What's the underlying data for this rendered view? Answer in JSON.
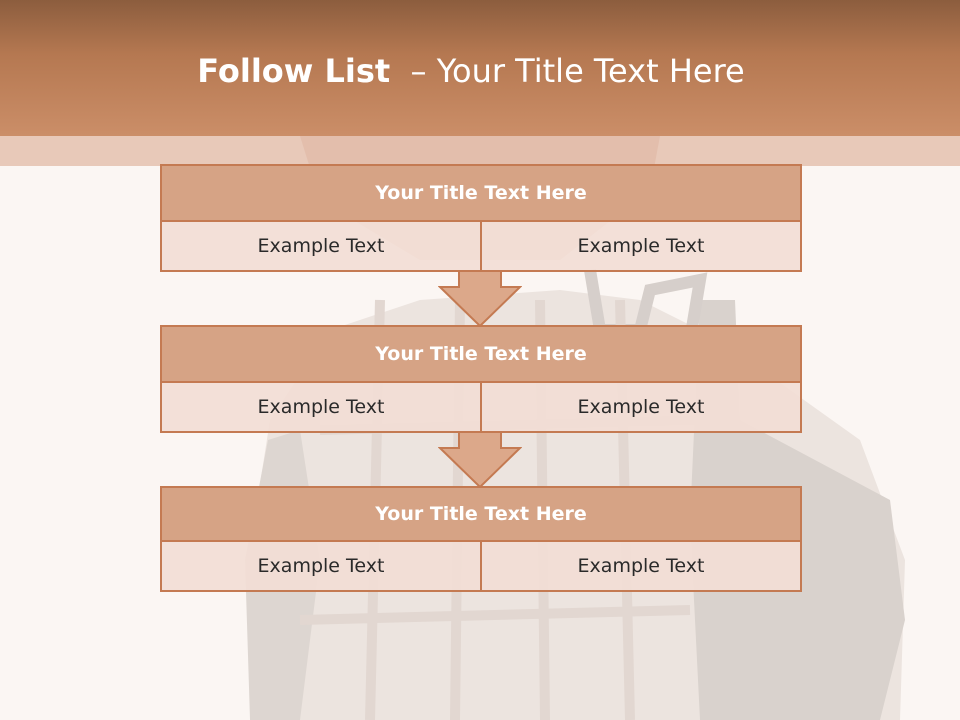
{
  "slide": {
    "title_bold": "Follow List",
    "title_rest": "  – Your Title Text Here"
  },
  "colors": {
    "header": "#b57851",
    "block_title_fill": "#d6a385",
    "block_border": "#c47a52",
    "cell_fill": "#f2ded5",
    "arrow_fill": "#dca88a"
  },
  "blocks": [
    {
      "title": "Your Title Text Here",
      "left_text": "Example Text",
      "right_text": "Example Text"
    },
    {
      "title": "Your Title Text Here",
      "left_text": "Example Text",
      "right_text": "Example Text"
    },
    {
      "title": "Your Title Text Here",
      "left_text": "Example Text",
      "right_text": "Example Text"
    }
  ]
}
